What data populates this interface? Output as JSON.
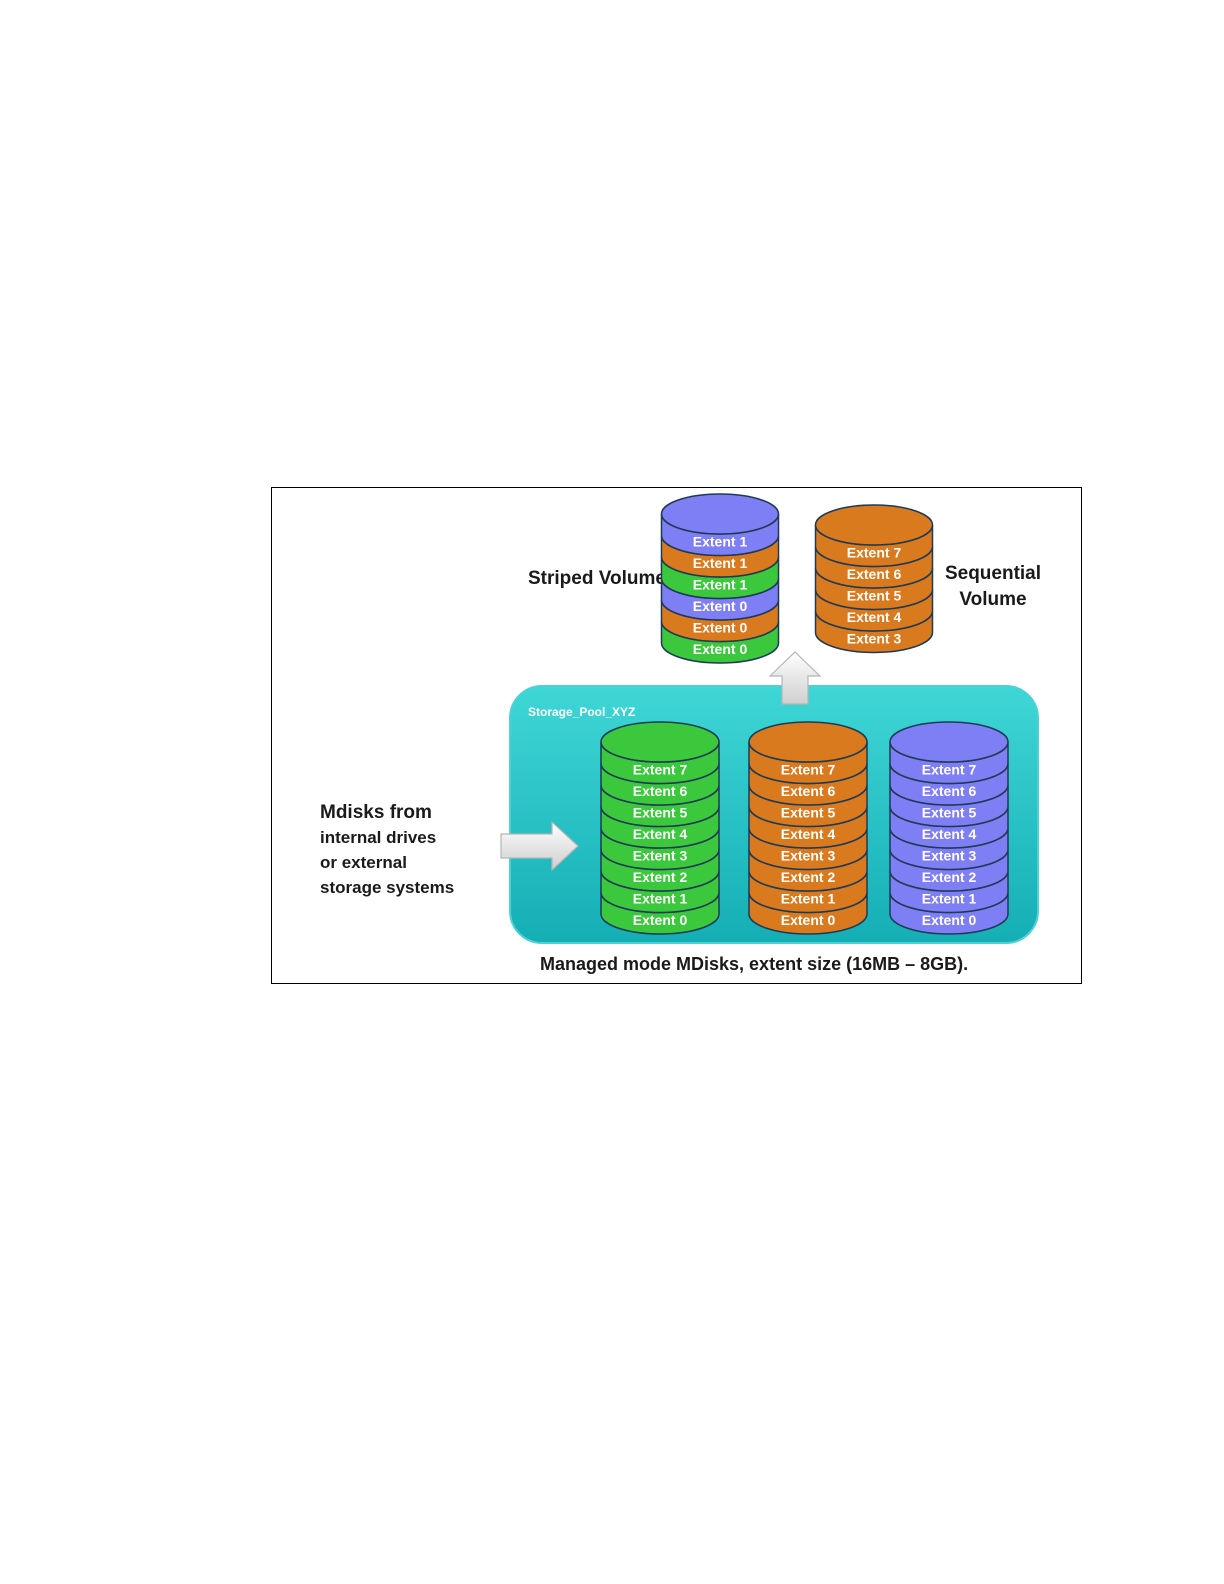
{
  "labels": {
    "striped_volume": "Striped Volume",
    "sequential_volume_line1": "Sequential",
    "sequential_volume_line2": "Volume",
    "pool_name": "Storage_Pool_XYZ",
    "mdisks_line1": "Mdisks from",
    "mdisks_line2": "internal drives",
    "mdisks_line3": "or external",
    "mdisks_line4": "storage systems",
    "caption": "Managed  mode MDisks, extent size (16MB – 8GB)."
  },
  "colors": {
    "green": "#3cc83c",
    "orange": "#d97a1e",
    "blue": "#7f7ff5",
    "pool": "#22c8c8",
    "outline": "#1f3a55"
  },
  "striped_volume": {
    "extents": [
      {
        "label": "Extent 1",
        "color": "blue"
      },
      {
        "label": "Extent 1",
        "color": "orange"
      },
      {
        "label": "Extent 1",
        "color": "green"
      },
      {
        "label": "Extent 0",
        "color": "blue"
      },
      {
        "label": "Extent 0",
        "color": "orange"
      },
      {
        "label": "Extent 0",
        "color": "green"
      }
    ]
  },
  "sequential_volume": {
    "extents": [
      {
        "label": "Extent 7",
        "color": "orange"
      },
      {
        "label": "Extent 6",
        "color": "orange"
      },
      {
        "label": "Extent 5",
        "color": "orange"
      },
      {
        "label": "Extent 4",
        "color": "orange"
      },
      {
        "label": "Extent 3",
        "color": "orange"
      }
    ]
  },
  "mdisks": [
    {
      "color": "green",
      "extents": [
        "Extent 7",
        "Extent 6",
        "Extent 5",
        "Extent 4",
        "Extent 3",
        "Extent 2",
        "Extent 1",
        "Extent 0"
      ]
    },
    {
      "color": "orange",
      "extents": [
        "Extent 7",
        "Extent 6",
        "Extent 5",
        "Extent 4",
        "Extent 3",
        "Extent 2",
        "Extent 1",
        "Extent 0"
      ]
    },
    {
      "color": "blue",
      "extents": [
        "Extent 7",
        "Extent 6",
        "Extent 5",
        "Extent 4",
        "Extent 3",
        "Extent 2",
        "Extent 1",
        "Extent 0"
      ]
    }
  ]
}
